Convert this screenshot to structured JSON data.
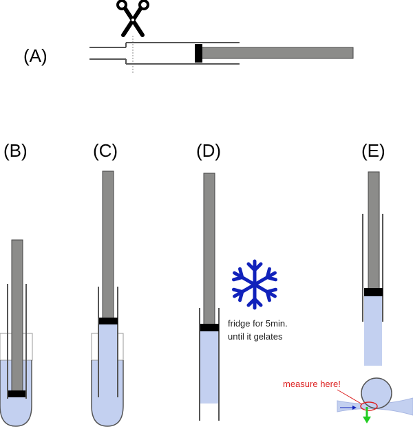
{
  "panels": {
    "a": "(A)",
    "b": "(B)",
    "c": "(C)",
    "d": "(D)",
    "e": "(E)"
  },
  "annotations": {
    "fridge_line1": "fridge for 5min.",
    "fridge_line2": "until it gelates",
    "measure": "measure here!"
  },
  "icons": {
    "cut": "scissors-icon",
    "cold": "snowflake-icon",
    "force": "down-arrow-icon"
  },
  "colors": {
    "plunger": "#8c8c8a",
    "seal": "#000000",
    "gel_liquid": "#c3d0f0",
    "liquid_edge": "#a9b8e3",
    "snowflake": "#1122bb",
    "callout": "#dd2222",
    "arrow": "#22cc22",
    "outline": "#555555"
  }
}
